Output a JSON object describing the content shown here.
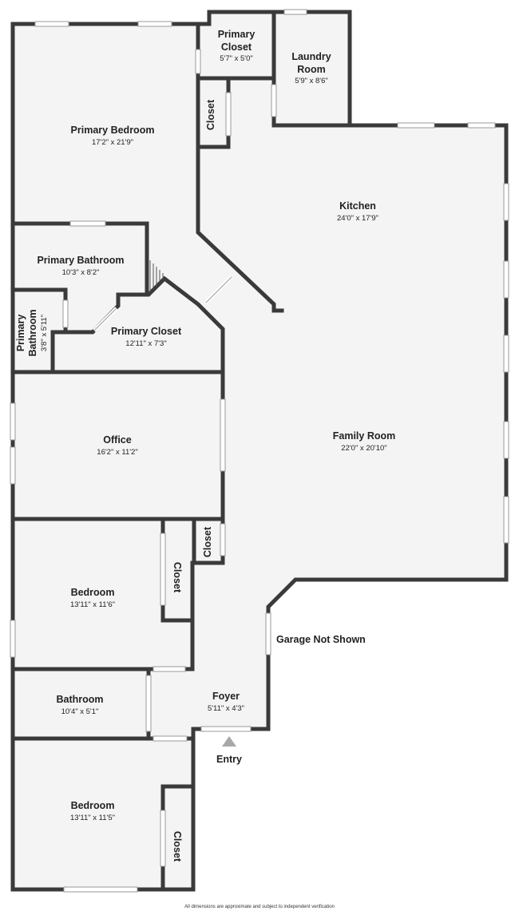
{
  "rooms": {
    "primary_bedroom": {
      "name": "Primary Bedroom",
      "dims": "17'2\" x 21'9\""
    },
    "primary_closet_top": {
      "name_line1": "Primary",
      "name_line2": "Closet",
      "dims": "5'7\" x 5'0\""
    },
    "laundry_room": {
      "name_line1": "Laundry",
      "name_line2": "Room",
      "dims": "5'9\" x 8'6\""
    },
    "closet_upper": {
      "name": "Closet"
    },
    "kitchen": {
      "name": "Kitchen",
      "dims": "24'0\" x 17'9\""
    },
    "primary_bathroom": {
      "name": "Primary Bathroom",
      "dims": "10'3\" x 8'2\""
    },
    "primary_bathroom_small": {
      "name_line1": "Primary",
      "name_line2": "Bathroom",
      "dims": "3'8\" x 5'11\""
    },
    "primary_closet_mid": {
      "name": "Primary Closet",
      "dims": "12'11\" x 7'3\""
    },
    "office": {
      "name": "Office",
      "dims": "16'2\" x 11'2\""
    },
    "family_room": {
      "name": "Family Room",
      "dims": "22'0\" x 20'10\""
    },
    "closet_mid": {
      "name": "Closet"
    },
    "closet_bedroom1": {
      "name": "Closet"
    },
    "bedroom1": {
      "name": "Bedroom",
      "dims": "13'11\" x 11'6\""
    },
    "bathroom": {
      "name": "Bathroom",
      "dims": "10'4\" x 5'1\""
    },
    "foyer": {
      "name": "Foyer",
      "dims": "5'11\" x 4'3\""
    },
    "bedroom2": {
      "name": "Bedroom",
      "dims": "13'11\" x 11'5\""
    },
    "closet_bedroom2": {
      "name": "Closet"
    }
  },
  "labels": {
    "garage": "Garage Not Shown",
    "entry": "Entry",
    "footnote": "All dimensions are approximate and subject to independent verification"
  },
  "colors": {
    "wall": "#3a3a3a",
    "floor": "#f4f4f4",
    "entry_marker": "#a8a8a8"
  }
}
